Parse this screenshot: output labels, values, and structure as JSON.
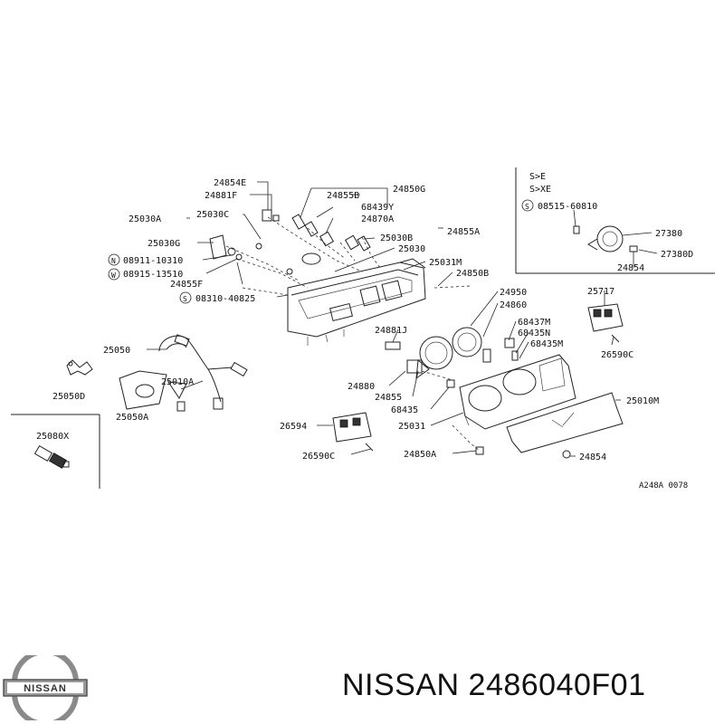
{
  "parts": {
    "p24854E": "24854E",
    "p24881F": "24881F",
    "p24855B": "24855B",
    "p24850G": "24850G",
    "p25030A": "25030A",
    "p25030C": "25030C",
    "p68439Y": "68439Y",
    "p24870A": "24870A",
    "p24855A": "24855A",
    "p25030B": "25030B",
    "p25030G": "25030G",
    "p25030": "25030",
    "p08911": "08911-10310",
    "p25031M": "25031M",
    "p08915": "08915-13510",
    "p24850B": "24850B",
    "p24855F": "24855F",
    "p08310": "08310-40825",
    "p24950": "24950",
    "p24860": "24860",
    "p25717": "25717",
    "p24881J": "24881J",
    "p68437M": "68437M",
    "p68435N": "68435N",
    "p68435M": "68435M",
    "p26590C_r": "26590C",
    "p25050": "25050",
    "p24880": "24880",
    "p25010A": "25010A",
    "p24855": "24855",
    "p68435": "68435",
    "p25050D": "25050D",
    "p25050A": "25050A",
    "p25010M": "25010M",
    "p26594": "26594",
    "p25031": "25031",
    "p26590C_b": "26590C",
    "p24850A": "24850A",
    "p24854_b": "24854",
    "p25080X": "25080X",
    "p08515": "08515-60810",
    "p27380": "27380",
    "p27380D": "27380D",
    "p24854_i": "24854"
  },
  "markers": {
    "N": "N",
    "W": "W",
    "S": "S"
  },
  "inset": {
    "line1": "S>E",
    "line2": "S>XE"
  },
  "drawing_code": "A248A 0078",
  "brand": {
    "logo_text": "NISSAN",
    "title": "NISSAN 2486040F01"
  }
}
